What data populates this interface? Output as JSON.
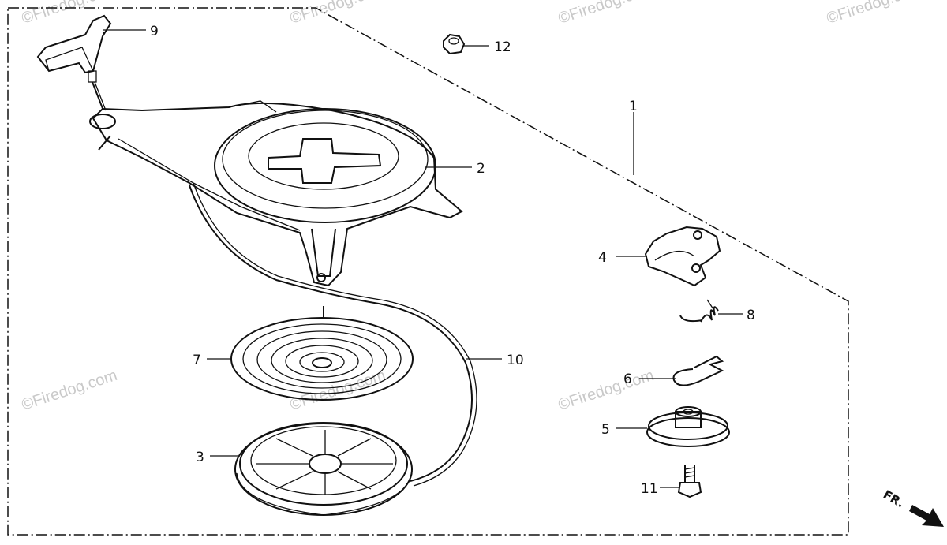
{
  "diagram": {
    "callouts": [
      {
        "id": "1",
        "label": "1"
      },
      {
        "id": "2",
        "label": "2"
      },
      {
        "id": "3",
        "label": "3"
      },
      {
        "id": "4",
        "label": "4"
      },
      {
        "id": "5",
        "label": "5"
      },
      {
        "id": "6",
        "label": "6"
      },
      {
        "id": "7",
        "label": "7"
      },
      {
        "id": "8",
        "label": "8"
      },
      {
        "id": "9",
        "label": "9"
      },
      {
        "id": "10",
        "label": "10"
      },
      {
        "id": "11",
        "label": "11"
      },
      {
        "id": "12",
        "label": "12"
      }
    ],
    "direction_label": "FR.",
    "watermark": "©Firedog.com",
    "colors": {
      "line": "#111111",
      "watermark": "#c9c9c9",
      "background": "#ffffff"
    }
  }
}
